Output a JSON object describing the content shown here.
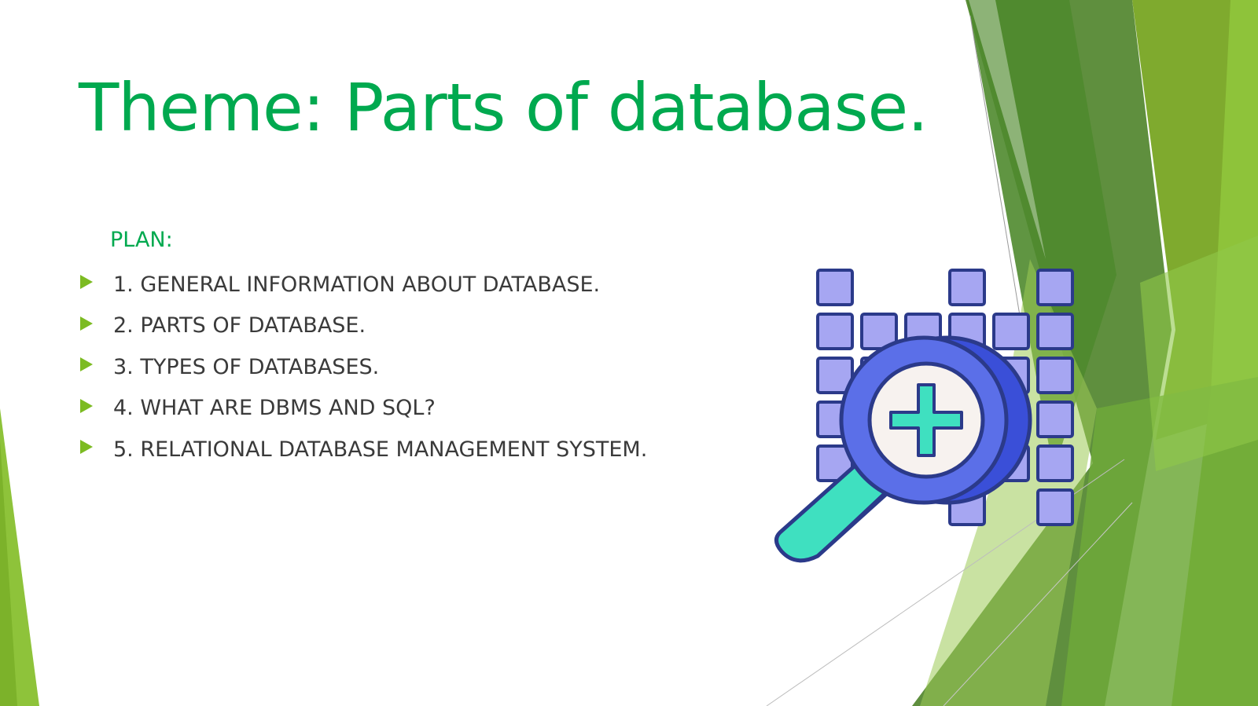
{
  "slide": {
    "title": "Theme: Parts of database.",
    "plan_label": "PLAN:",
    "items": [
      "1. GENERAL INFORMATION ABOUT DATABASE.",
      "2. PARTS OF DATABASE.",
      "3. TYPES OF DATABASES.",
      "4. WHAT ARE DBMS AND SQL?",
      "5. RELATIONAL DATABASE MANAGEMENT SYSTEM."
    ]
  },
  "colors": {
    "title": "#00a94f",
    "body_text": "#3a3a3a",
    "bullet": "#7cbb22",
    "decor_green_dark": "#4f8a2e",
    "decor_green_light": "#8ec33a",
    "illustration_squares": "#a6a6f2",
    "illustration_outline": "#2b3a8a",
    "magnifier_lens": "#4f63e0",
    "magnifier_handle": "#3fe0c0"
  },
  "illustration": {
    "icon": "database-search-plus-icon"
  }
}
